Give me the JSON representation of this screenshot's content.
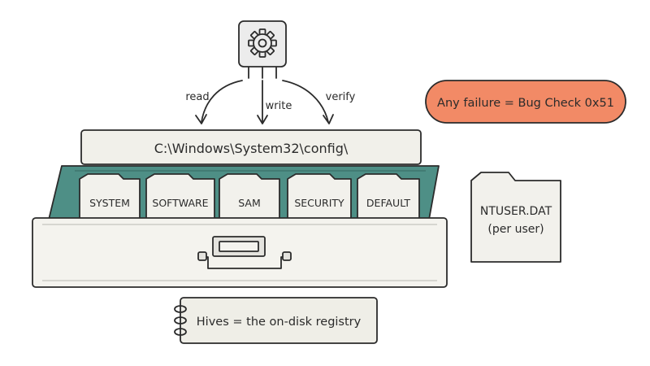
{
  "process": {
    "icon": "gear-icon",
    "arrows": [
      "read",
      "write",
      "verify"
    ]
  },
  "drawer": {
    "path_label": "C:\\Windows\\System32\\config\\",
    "interior_color": "#4e8f86",
    "folders": [
      "SYSTEM",
      "SOFTWARE",
      "SAM",
      "SECURITY",
      "DEFAULT"
    ]
  },
  "user_hive": {
    "line1": "NTUSER.DAT",
    "line2": "(per user)"
  },
  "failure_badge": {
    "text": "Any failure = Bug Check 0x51",
    "color": "#f28a66"
  },
  "note": {
    "text": "Hives = the on-disk registry"
  }
}
